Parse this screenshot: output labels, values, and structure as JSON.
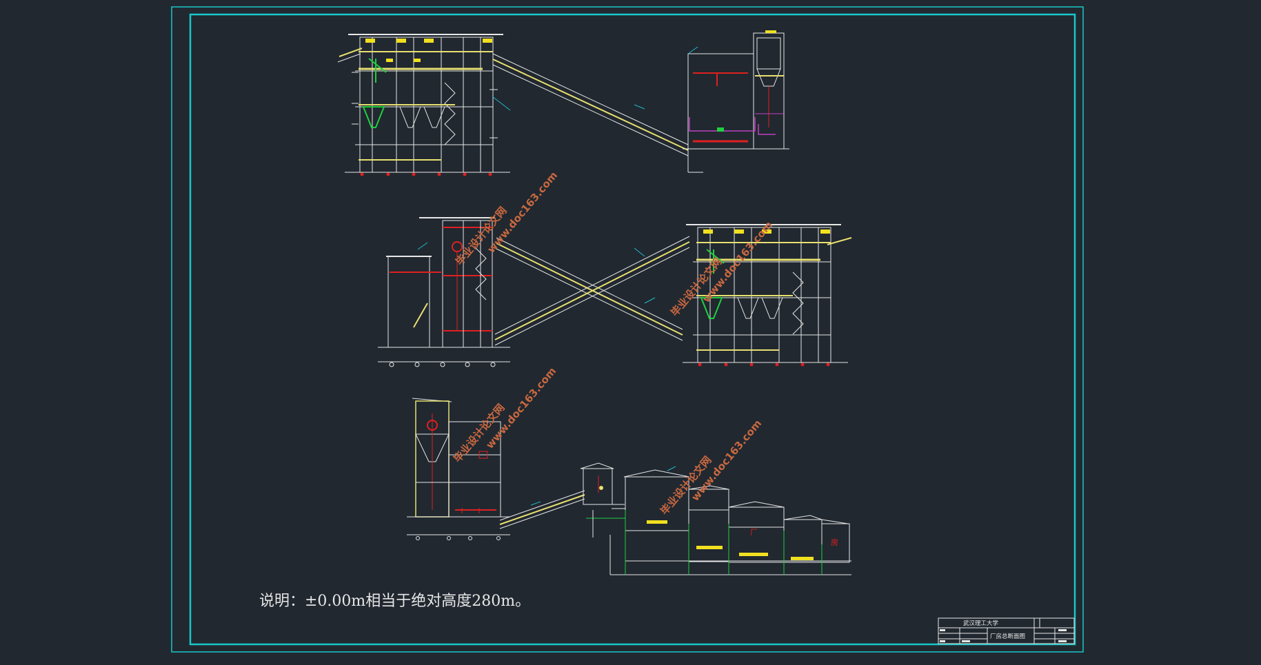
{
  "note": "说明：±0.00m相当于绝对高度280m。",
  "title_block": {
    "school": "武汉理工大学",
    "drawing_title": "厂房总断面图"
  },
  "labels": {
    "factory_char_1": "厂",
    "factory_char_2": "房"
  },
  "watermarks": [
    "毕业设计论文网",
    "www.doc163.com"
  ],
  "colors": {
    "background": "#212830",
    "frame": "#18c8c8",
    "structure": "#e8e8e8",
    "conveyor": "#e8e070",
    "equipment_red": "#e02020",
    "hopper_green": "#20d040",
    "magenta": "#c040c0",
    "watermark": "#c86840",
    "highlight_yellow": "#f0e020",
    "leader_cyan": "#20b8c8"
  }
}
